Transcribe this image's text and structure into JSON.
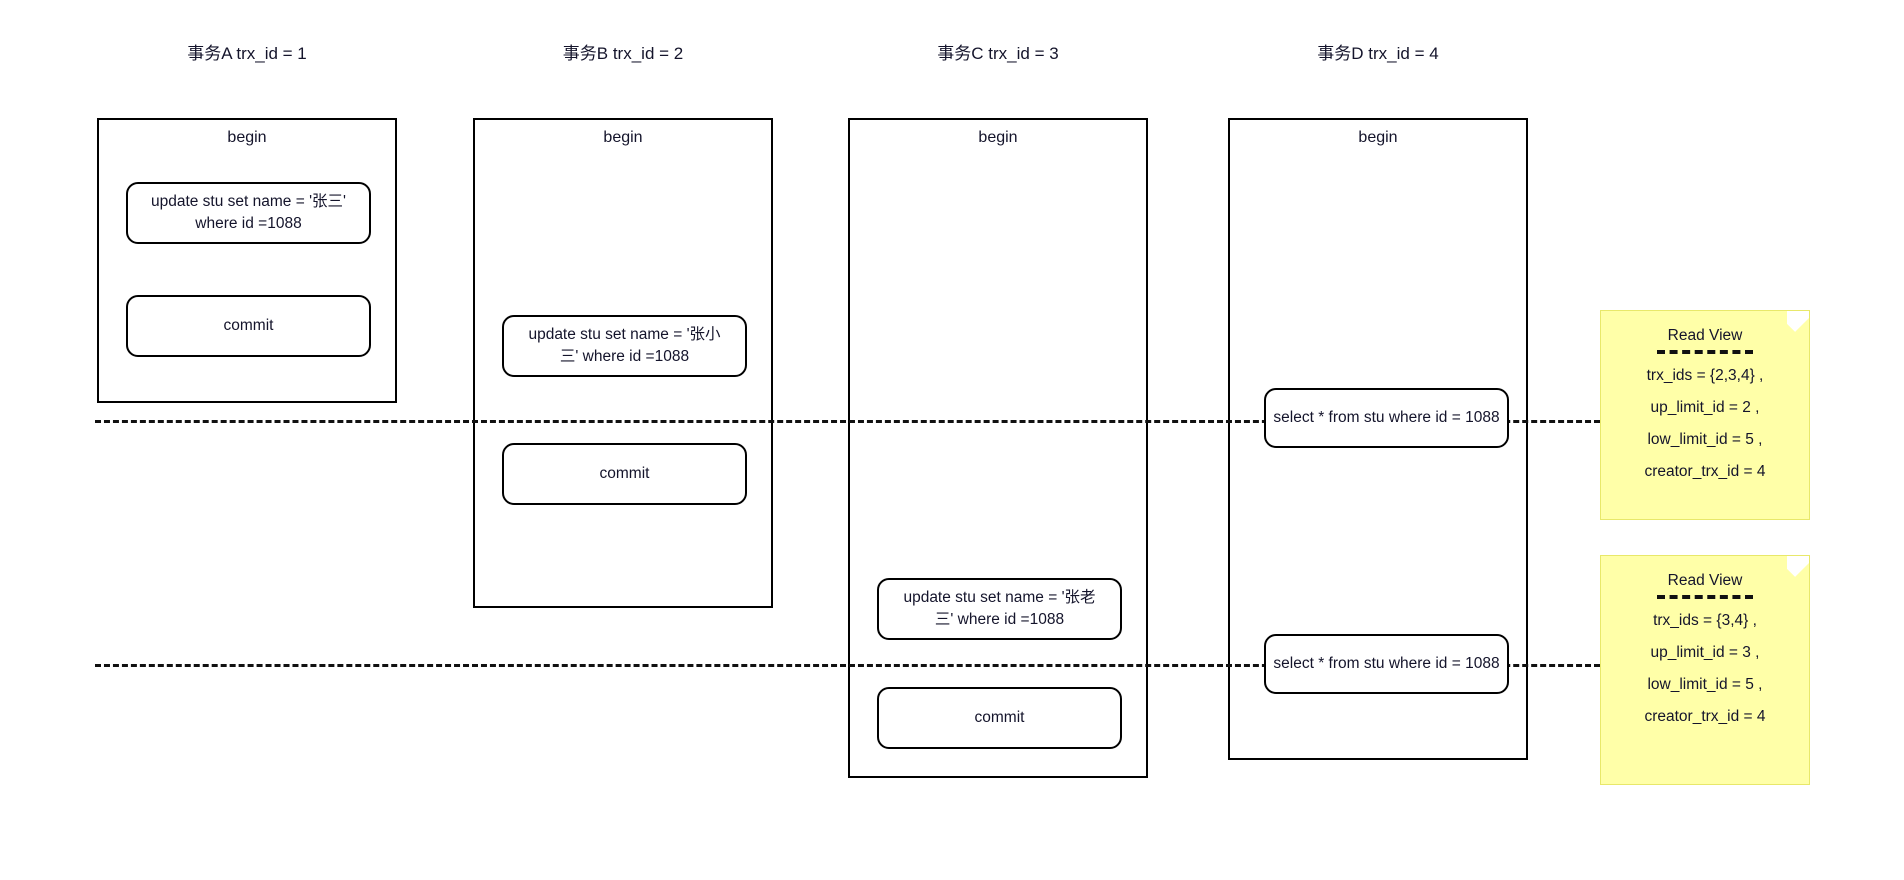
{
  "diagram": {
    "title": "MVCC ReadView transaction timeline",
    "background_color": "#ffffff",
    "line_color": "#000000",
    "note_color": "#ffffa8"
  },
  "columns": [
    {
      "id": "txn-a",
      "title": "事务A trx_id = 1",
      "begin_label": "begin",
      "statements": [
        {
          "id": "a-update",
          "text": "update stu set name = '张三' where id =1088"
        },
        {
          "id": "a-commit",
          "text": "commit"
        }
      ]
    },
    {
      "id": "txn-b",
      "title": "事务B trx_id = 2",
      "begin_label": "begin",
      "statements": [
        {
          "id": "b-update",
          "text": "update stu set name = '张小三' where id =1088"
        },
        {
          "id": "b-commit",
          "text": "commit"
        }
      ]
    },
    {
      "id": "txn-c",
      "title": "事务C trx_id = 3",
      "begin_label": "begin",
      "statements": [
        {
          "id": "c-update",
          "text": "update stu set name = '张老三' where id =1088"
        },
        {
          "id": "c-commit",
          "text": "commit"
        }
      ]
    },
    {
      "id": "txn-d",
      "title": "事务D trx_id = 4",
      "begin_label": "begin",
      "statements": [
        {
          "id": "d-select-1",
          "text": "select * from stu where id = 1088"
        },
        {
          "id": "d-select-2",
          "text": "select * from stu where id = 1088"
        }
      ]
    }
  ],
  "notes": [
    {
      "id": "read-view-1",
      "title": "Read View",
      "lines": [
        "trx_ids = {2,3,4} ,",
        "up_limit_id = 2 ,",
        "low_limit_id = 5 ,",
        "creator_trx_id = 4"
      ]
    },
    {
      "id": "read-view-2",
      "title": "Read View",
      "lines": [
        "trx_ids = {3,4} ,",
        "up_limit_id = 3 ,",
        "low_limit_id = 5 ,",
        "creator_trx_id = 4"
      ]
    }
  ],
  "timelines": [
    {
      "id": "timeline-1"
    },
    {
      "id": "timeline-2"
    }
  ]
}
